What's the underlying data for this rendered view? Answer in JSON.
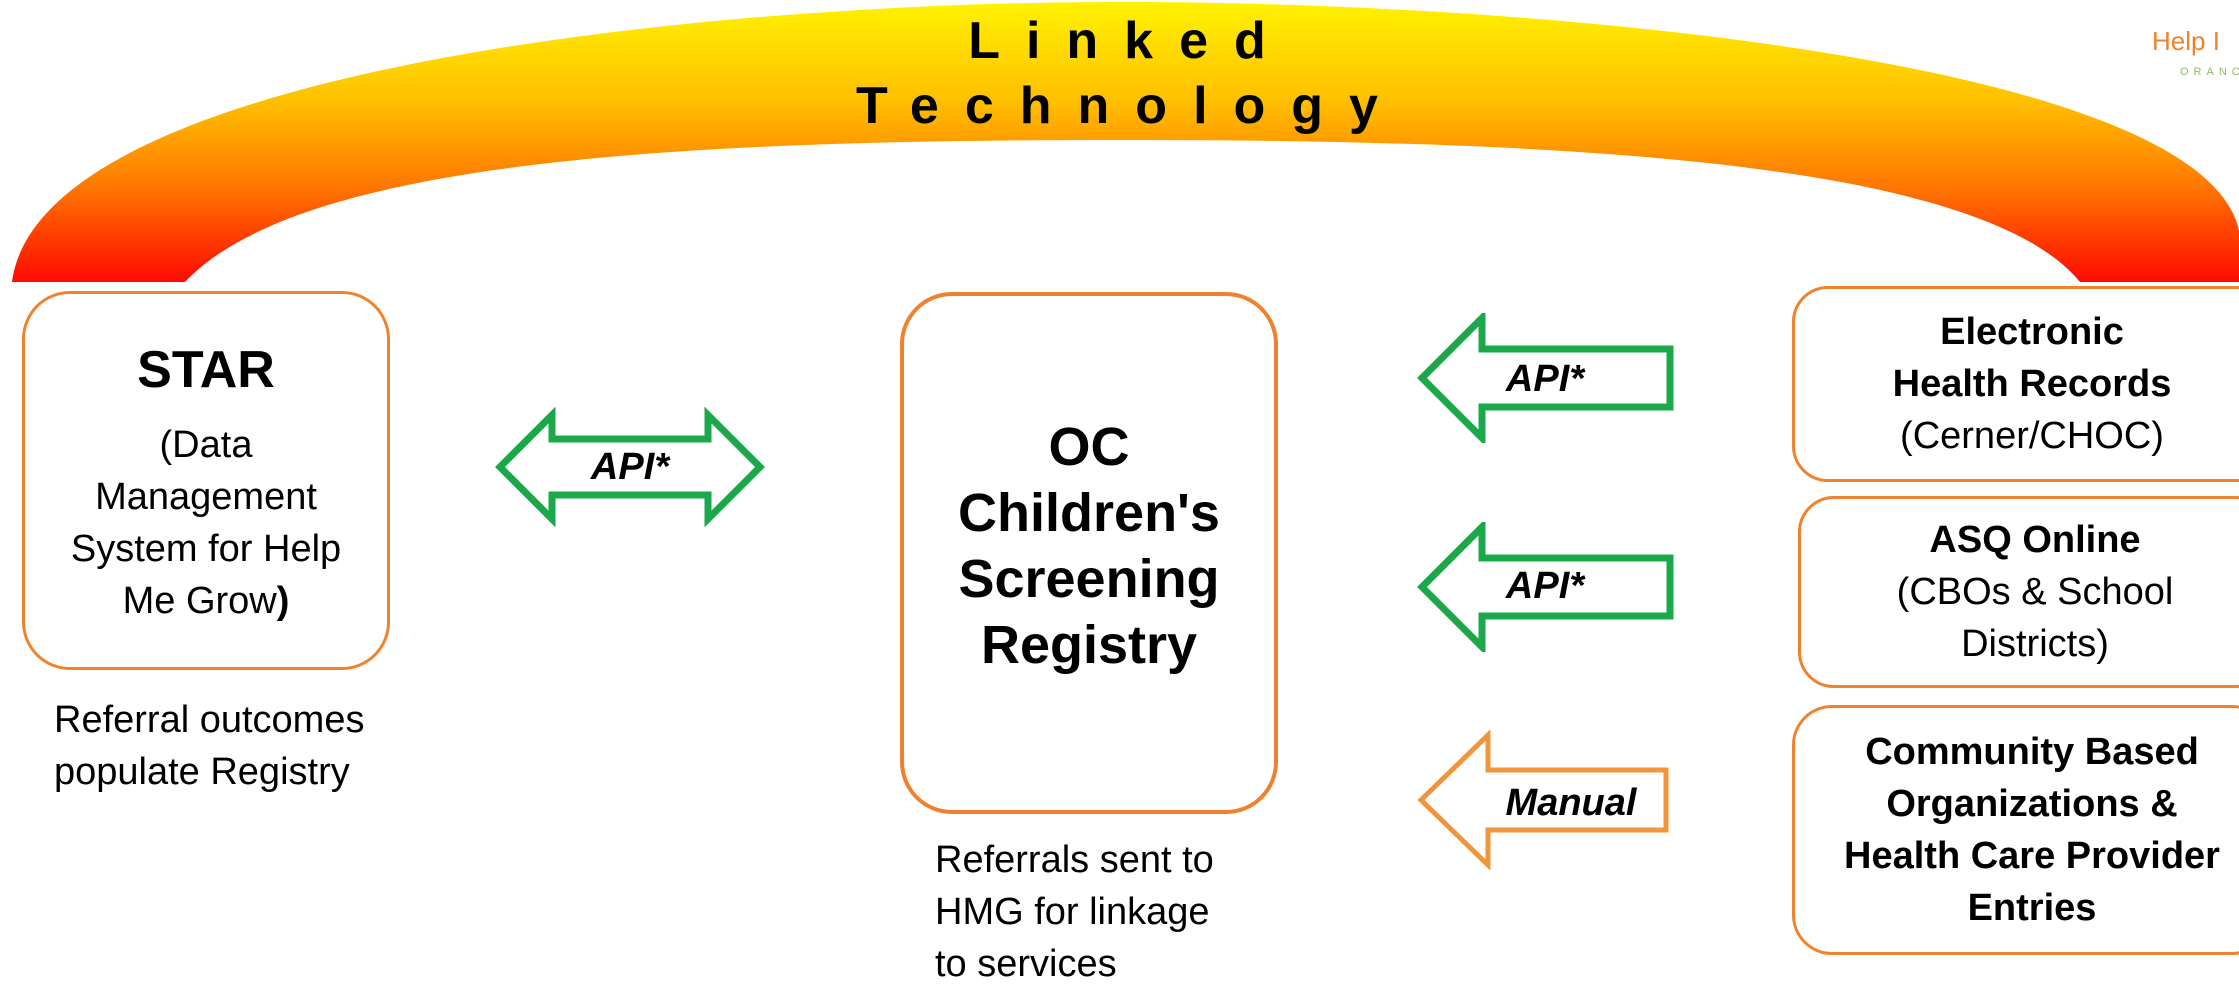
{
  "title": {
    "line1": "Linked",
    "line2": "Technology"
  },
  "logo": {
    "text": "Help I",
    "subtext": "ORANC"
  },
  "star": {
    "title": "STAR",
    "line1": "(Data",
    "line2": "Management",
    "line3": "System for Help",
    "line4": "Me Grow",
    "line4_paren": ")"
  },
  "star_note": {
    "line1": "Referral outcomes",
    "line2": "populate Registry"
  },
  "registry": {
    "line1": "OC",
    "line2": "Children's",
    "line3": "Screening",
    "line4": "Registry"
  },
  "registry_note": {
    "line1": "Referrals sent to",
    "line2": "HMG for linkage",
    "line3": "to services"
  },
  "arrows": {
    "star_api": "API*",
    "ehr_api": "API*",
    "asq_api": "API*",
    "manual": "Manual"
  },
  "ehr": {
    "line1": "Electronic",
    "line2": "Health Records",
    "line3": "(Cerner/CHOC)"
  },
  "asq": {
    "line1": "ASQ Online",
    "line2": "(CBOs & School",
    "line3": "Districts)"
  },
  "cbo": {
    "line1": "Community Based",
    "line2": "Organizations &",
    "line3": "Health Care Provider",
    "line4": "Entries"
  },
  "colors": {
    "box_border": "#f0822e",
    "api_arrow": "#1aa84b",
    "manual_arrow": "#f0953c",
    "arc_top": "#fff200",
    "arc_bottom": "#ff0a00"
  }
}
